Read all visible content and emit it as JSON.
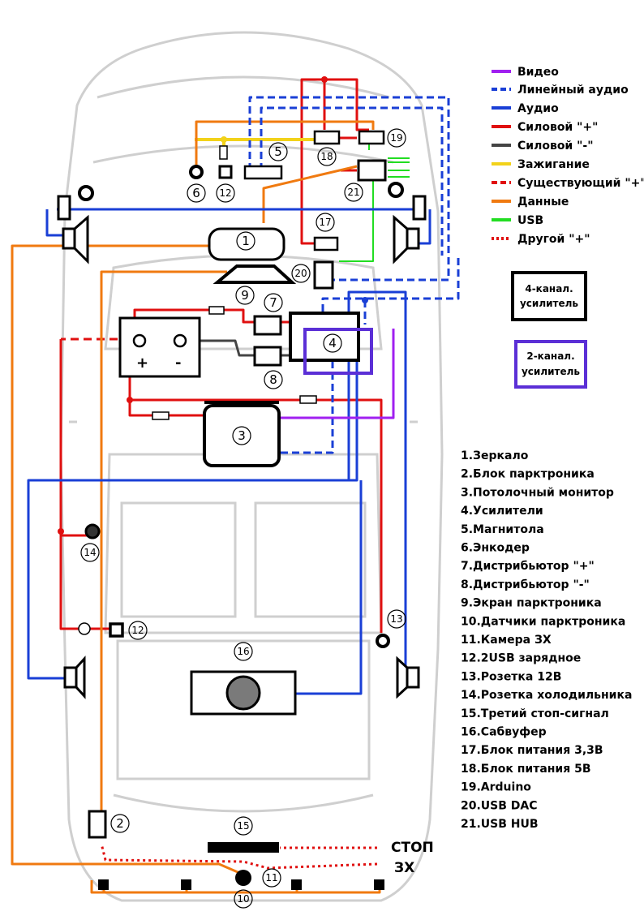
{
  "legend": {
    "video": "Видео",
    "line_audio": "Линейный аудио",
    "audio": "Аудио",
    "power_plus": "Силовой \"+\"",
    "power_minus": "Силовой \"-\"",
    "ignition": "Зажигание",
    "existing_plus": "Существующий \"+\"",
    "data": "Данные",
    "usb": "USB",
    "other_plus": "Другой \"+\""
  },
  "amp_boxes": {
    "four_channel": [
      "4-канал.",
      "усилитель"
    ],
    "two_channel": [
      "2-канал.",
      "усилитель"
    ]
  },
  "components": [
    "1.Зеркало",
    "2.Блок парктроника",
    "3.Потолочный монитор",
    "4.Усилители",
    "5.Магнитола",
    "6.Энкодер",
    "7.Дистрибьютор \"+\"",
    "8.Дистрибьютор \"-\"",
    "9.Экран парктроника",
    "10.Датчики парктроника",
    "11.Камера ЗХ",
    "12.2USB зарядное",
    "13.Розетка 12В",
    "14.Розетка холодильника",
    "15.Третий стоп-сигнал",
    "16.Сабвуфер",
    "17.Блок питания 3,3В",
    "18.Блок питания 5В",
    "19.Arduino",
    "20.USB DAC",
    "21.USB HUB"
  ],
  "markers": {
    "n1": "1",
    "n2": "2",
    "n3": "3",
    "n4": "4",
    "n5": "5",
    "n6": "6",
    "n7": "7",
    "n8": "8",
    "n9": "9",
    "n10": "10",
    "n11": "11",
    "n12a": "12",
    "n12b": "12",
    "n13": "13",
    "n14": "14",
    "n15": "15",
    "n16": "16",
    "n17": "17",
    "n18": "18",
    "n19": "19",
    "n20": "20",
    "n21": "21"
  },
  "battery": {
    "plus": "+",
    "minus": "-"
  },
  "side_labels": {
    "stop": "СТОП",
    "zx": "ЗХ"
  },
  "colors": {
    "video": "#a020f0",
    "line_audio": "#1a3fd6",
    "audio": "#1a3fd6",
    "power_plus": "#e01010",
    "power_minus": "#444444",
    "ignition": "#f2d21a",
    "existing_plus": "#e01010",
    "data": "#f07a10",
    "usb": "#22dd22",
    "other_plus": "#e01010"
  }
}
